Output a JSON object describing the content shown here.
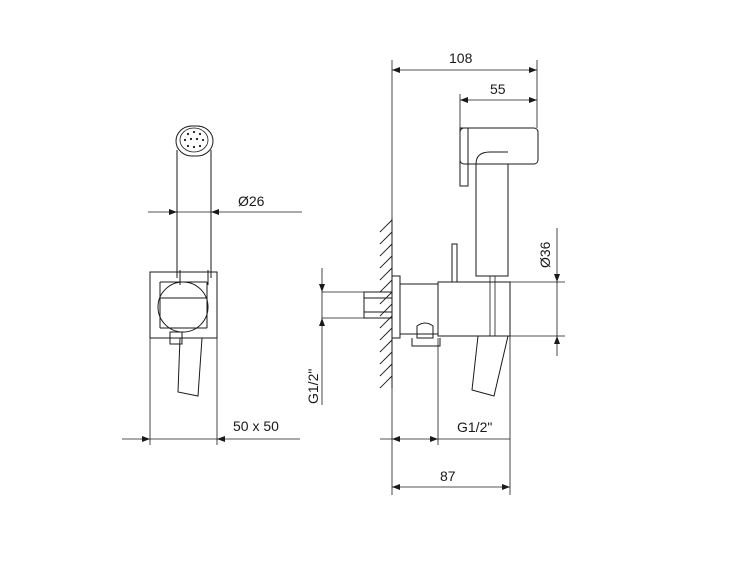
{
  "dimensions": {
    "side_width": "50 x 50",
    "hose_diameter": "Ø26",
    "total_depth": "108",
    "head_depth": "55",
    "head_diameter": "Ø36",
    "inlet_thread": "G1/2\"",
    "outlet_thread": "G1/2\"",
    "body_depth": "87"
  }
}
